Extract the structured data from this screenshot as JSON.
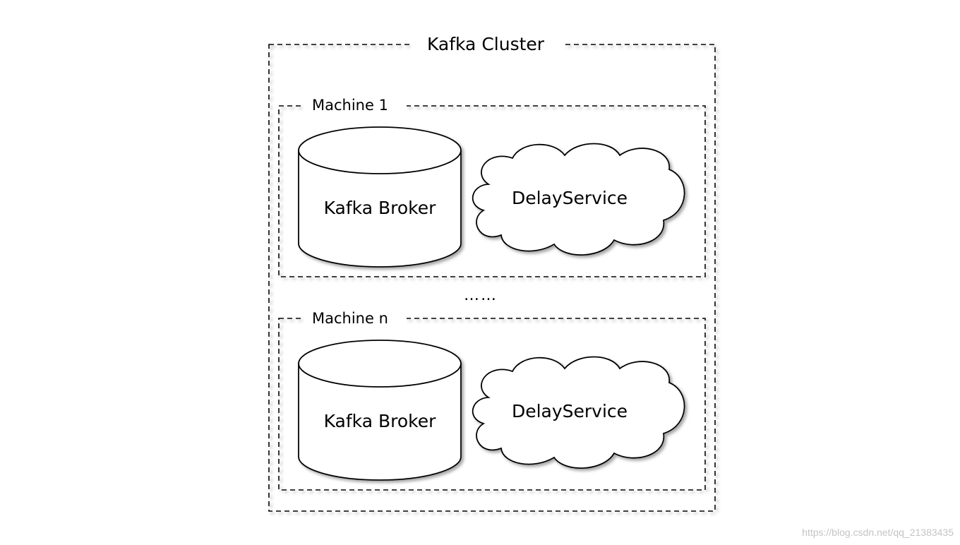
{
  "cluster": {
    "title": "Kafka Cluster"
  },
  "machines": [
    {
      "title": "Machine 1",
      "broker_label": "Kafka Broker",
      "service_label": "DelayService"
    },
    {
      "title": "Machine n",
      "broker_label": "Kafka Broker",
      "service_label": "DelayService"
    }
  ],
  "ellipsis": "……",
  "watermark": "https://blog.csdn.net/qq_21383435",
  "colors": {
    "stroke": "#000000",
    "fill": "#ffffff",
    "shadow": "#7f7f7f",
    "watermark": "#c4c4c4"
  }
}
